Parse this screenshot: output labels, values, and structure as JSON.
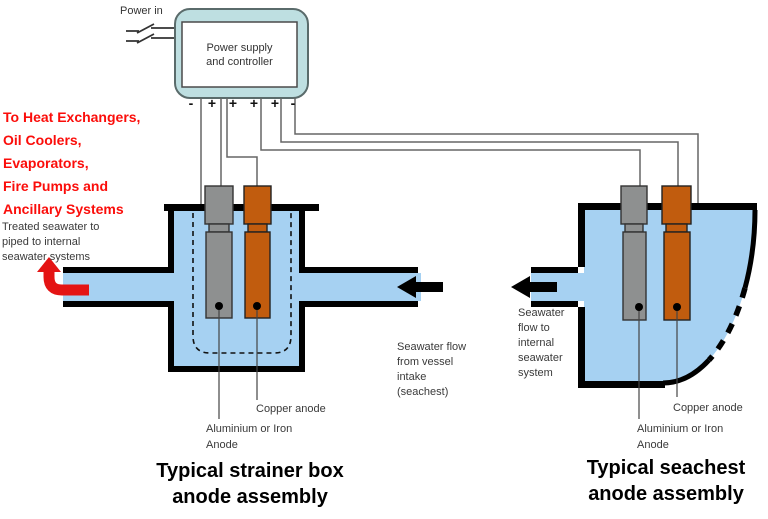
{
  "colors": {
    "water": "#a6d1f2",
    "psu_fill": "#bedfe1",
    "gray_anode": "#8e9090",
    "copper_anode": "#c15c0e",
    "highlight_red": "#e41414",
    "wire": "#666666",
    "structure_black": "#000000"
  },
  "power": {
    "power_in_label": "Power in",
    "psu_label": "Power supply\nand controller",
    "terminals": [
      "-",
      "+",
      "+",
      "+",
      "+",
      "-"
    ]
  },
  "notes": {
    "distribution": "To Heat Exchangers,\nOil Coolers,\nEvaporators,\nFire Pumps and\nAncillary Systems",
    "treated": "Treated seawater to\npiped to internal\nseawater systems"
  },
  "strainer": {
    "inflow_label": "Seawater flow\nfrom vessel\nintake\n(seachest)",
    "copper_label": "Copper anode",
    "aluminium_label": "Aluminium or Iron\nAnode",
    "title": "Typical strainer box\nanode assembly"
  },
  "seachest": {
    "outflow_label": "Seawater\nflow to\ninternal\nseawater\nsystem",
    "copper_label": "Copper anode",
    "aluminium_label": "Aluminium or Iron\nAnode",
    "title": "Typical seachest\nanode assembly"
  }
}
